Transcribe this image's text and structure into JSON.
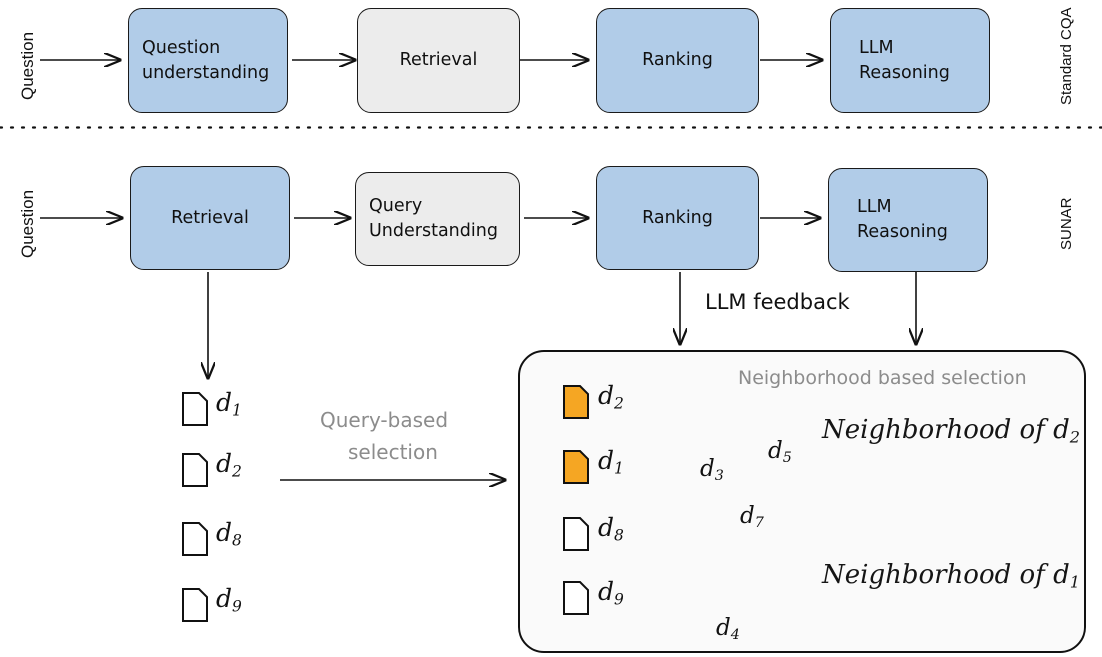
{
  "rows": [
    {
      "id": "standard-cqa",
      "side_label": "Standard CQA",
      "input_label": "Question",
      "boxes": [
        {
          "name": "question-understanding",
          "lines": [
            "Question",
            "understanding"
          ],
          "color": "blue",
          "fill": "#b1cce8"
        },
        {
          "name": "retrieval",
          "lines": [
            "Retrieval"
          ],
          "color": "grey",
          "fill": "#ececec"
        },
        {
          "name": "ranking",
          "lines": [
            "Ranking"
          ],
          "color": "blue",
          "fill": "#b1cce8"
        },
        {
          "name": "llm-reasoning",
          "lines": [
            "LLM",
            "Reasoning"
          ],
          "color": "blue",
          "fill": "#b1cce8"
        }
      ]
    },
    {
      "id": "sunar",
      "side_label": "SUNAR",
      "input_label": "Question",
      "boxes": [
        {
          "name": "retrieval",
          "lines": [
            "Retrieval"
          ],
          "color": "blue",
          "fill": "#b1cce8"
        },
        {
          "name": "query-understanding",
          "lines": [
            "Query",
            "Understanding"
          ],
          "color": "grey",
          "fill": "#ececec"
        },
        {
          "name": "ranking",
          "lines": [
            "Ranking"
          ],
          "color": "blue",
          "fill": "#b1cce8"
        },
        {
          "name": "llm-reasoning",
          "lines": [
            "LLM",
            "Reasoning"
          ],
          "color": "blue",
          "fill": "#b1cce8"
        }
      ]
    }
  ],
  "feedback_label": "LLM  feedback",
  "query_based_selection": {
    "line1": "Query-based",
    "line2": "selection"
  },
  "retrieved_docs": [
    {
      "label": "d",
      "sub": "1",
      "style": "white"
    },
    {
      "label": "d",
      "sub": "2",
      "style": "white"
    },
    {
      "label": "d",
      "sub": "8",
      "style": "white"
    },
    {
      "label": "d",
      "sub": "9",
      "style": "white"
    }
  ],
  "panel": {
    "title": "Neighborhood based selection",
    "docs": [
      {
        "label": "d",
        "sub": "2",
        "style": "orange"
      },
      {
        "label": "d",
        "sub": "1",
        "style": "orange"
      },
      {
        "label": "d",
        "sub": "8",
        "style": "white"
      },
      {
        "label": "d",
        "sub": "9",
        "style": "white"
      }
    ],
    "clusters": [
      {
        "name": "neighborhood-of-d2",
        "caption": "Neighborhood of d",
        "caption_sub": "2",
        "source_doc": "d2",
        "node_labels": [
          {
            "label": "d",
            "sub": "3"
          },
          {
            "label": "d",
            "sub": "5"
          }
        ],
        "dot_count": 3,
        "center_dot_color": "#f0a02a",
        "dot_color": "#3d3d3d"
      },
      {
        "name": "neighborhood-of-d1",
        "caption": "Neighborhood of d",
        "caption_sub": "1",
        "source_doc": "d1",
        "node_labels": [
          {
            "label": "d",
            "sub": "7"
          },
          {
            "label": "d",
            "sub": "4"
          }
        ],
        "dot_count": 3,
        "center_dot_color": "#f0a02a",
        "dot_color": "#3d3d3d"
      }
    ]
  },
  "colors": {
    "box_blue": "#b1cce8",
    "box_grey": "#ececec",
    "doc_orange": "#f5a623",
    "dot_dark": "#3d3d3d",
    "dot_orange": "#f0a02a",
    "muted_text": "#8c8c8c",
    "panel_bg": "#fafafa",
    "stroke": "#111111"
  }
}
